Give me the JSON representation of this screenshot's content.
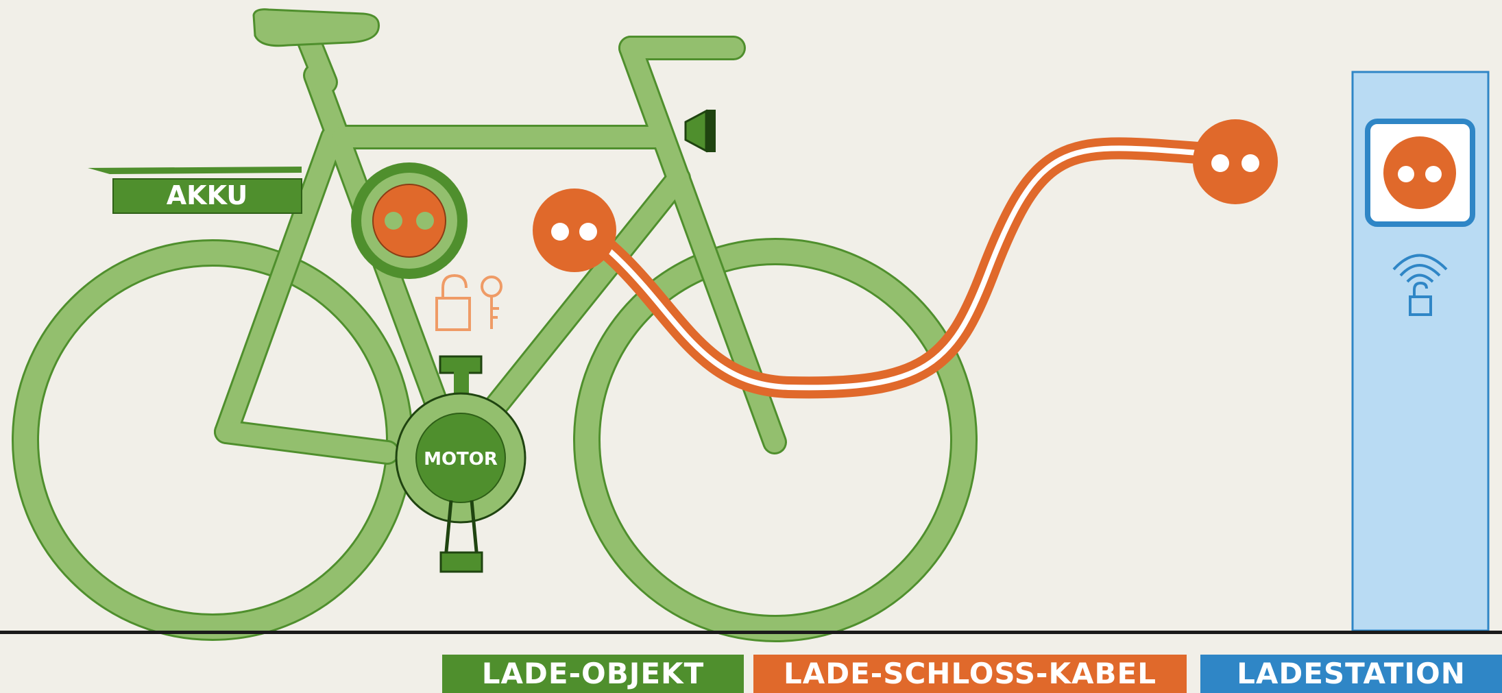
{
  "labels": {
    "akku": "AKKU",
    "motor": "MOTOR"
  },
  "legend": [
    {
      "text": "LADE-OBJEKT",
      "color": "#4f8f2d"
    },
    {
      "text": "LADE-SCHLOSS-KABEL",
      "color": "#e0692b"
    },
    {
      "text": "LADESTATION",
      "color": "#2f86c6"
    }
  ],
  "colors": {
    "background": "#f1efe8",
    "bike_fill": "#93bf6e",
    "bike_stroke": "#4f8f2d",
    "cable": "#e0692b",
    "station_fill": "#b9dbf3",
    "station_stroke": "#2f86c6",
    "ground": "#1a1a1a"
  },
  "icons": [
    "lock-icon",
    "key-icon",
    "wifi-icon",
    "socket-icon",
    "plug-icon",
    "lamp-icon"
  ]
}
